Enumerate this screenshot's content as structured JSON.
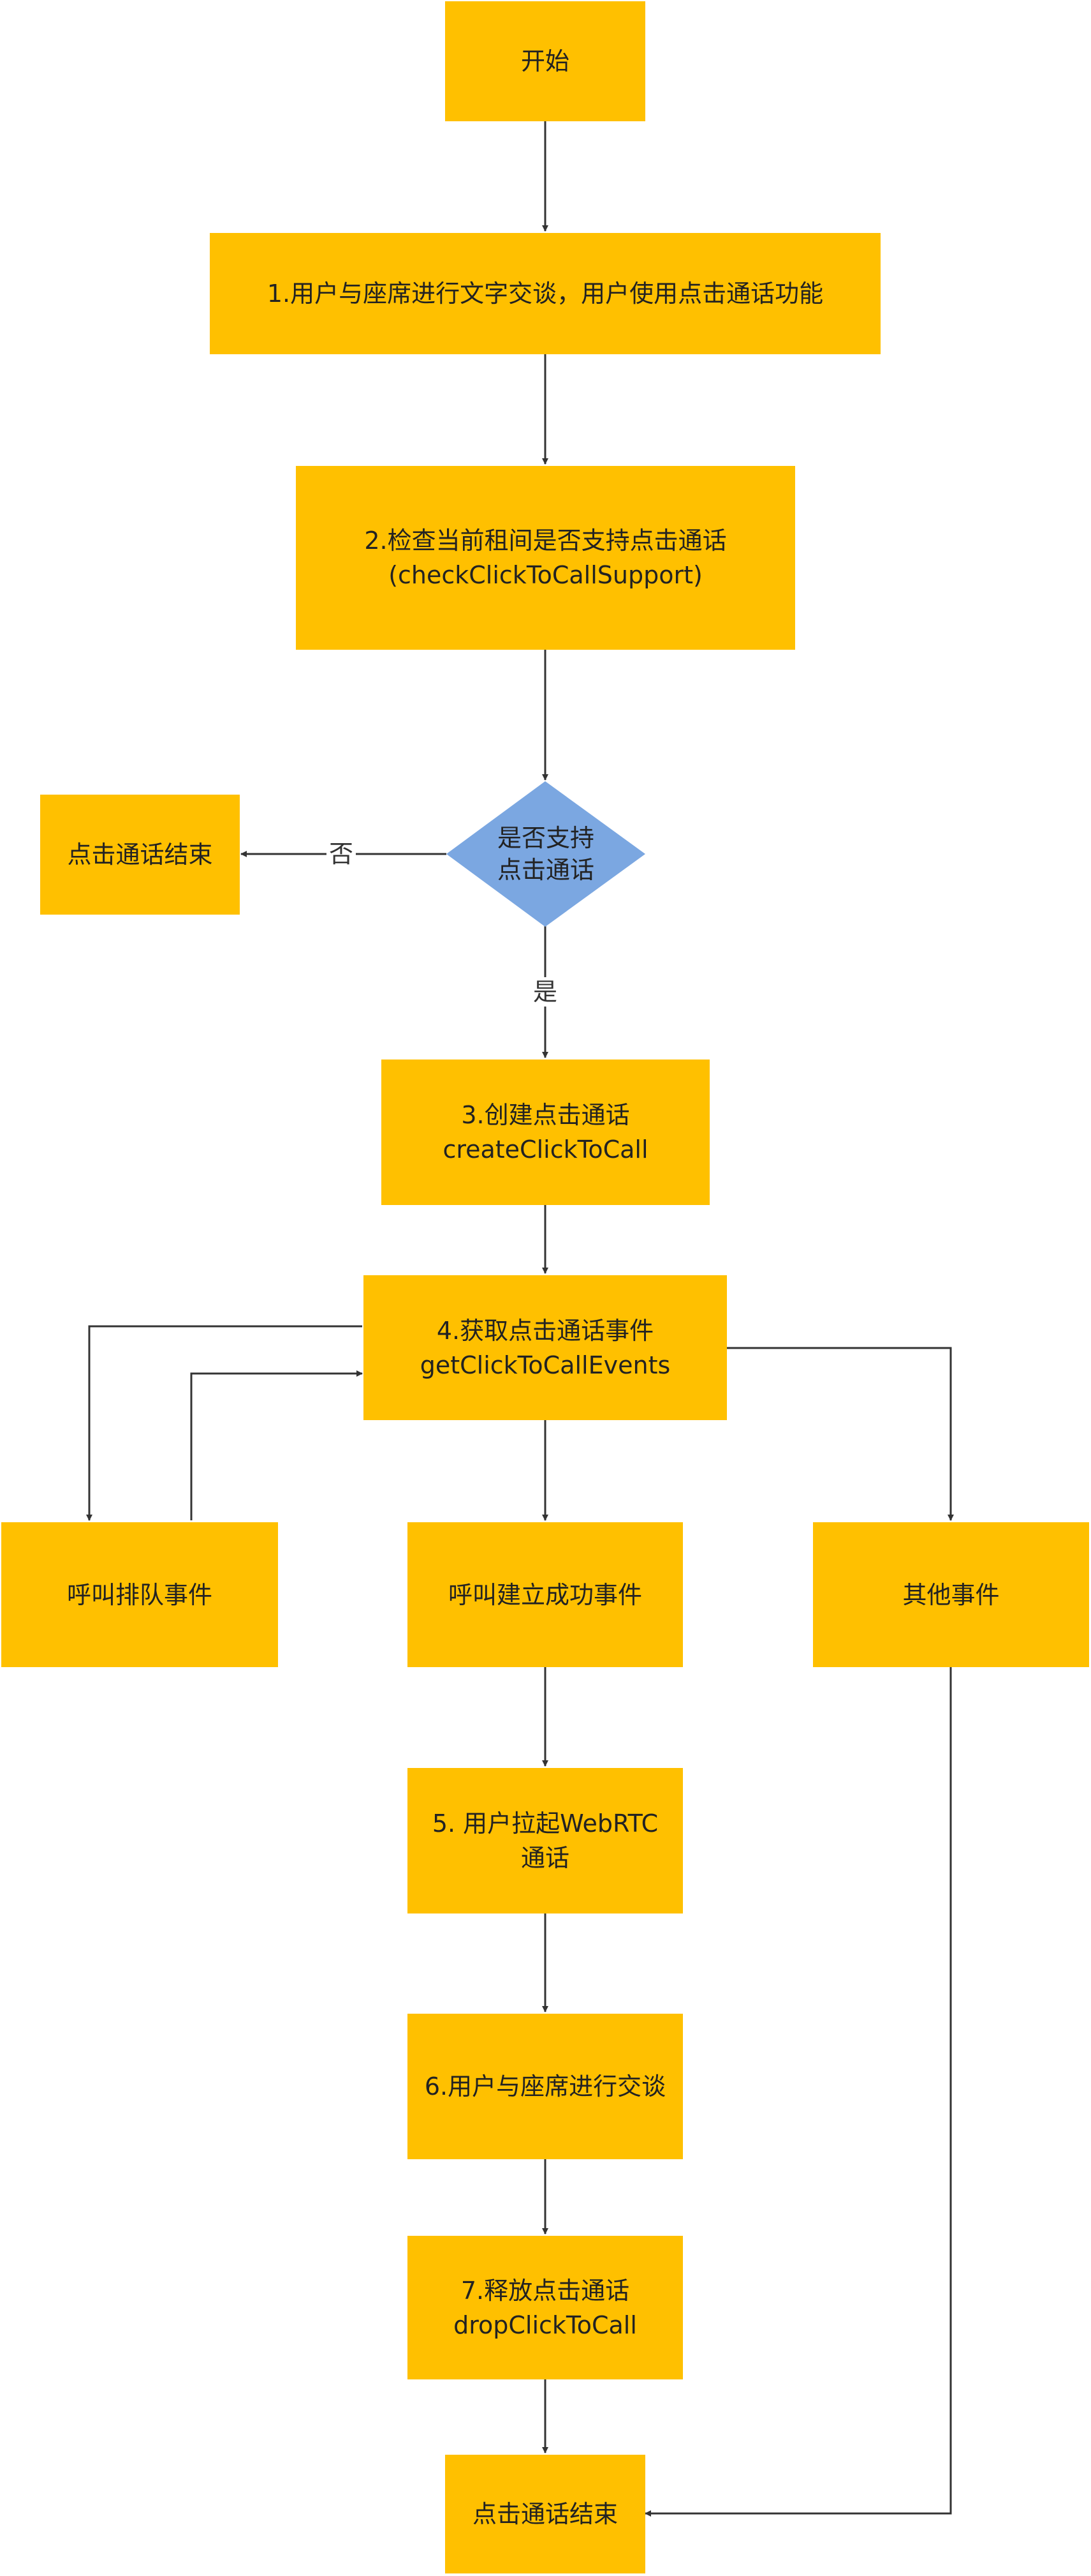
{
  "colors": {
    "process": "#FFC000",
    "decision": "#7BA7E1",
    "line": "#333333",
    "text": "#222222"
  },
  "nodes": {
    "start": {
      "text": "开始"
    },
    "step1": {
      "text": "1.用户与座席进行文字交谈，用户使用点击通话功能"
    },
    "step2": {
      "line1": "2.检查当前租间是否支持点击通话",
      "line2": "(checkClickToCallSupport)"
    },
    "decision": {
      "line1": "是否支持",
      "line2": "点击通话"
    },
    "end_left": {
      "text": "点击通话结束"
    },
    "step3": {
      "line1": "3.创建点击通话",
      "line2": "createClickToCall"
    },
    "step4": {
      "line1": "4.获取点击通话事件",
      "line2": "getClickToCallEvents"
    },
    "queue_event": {
      "text": "呼叫排队事件"
    },
    "connected_event": {
      "text": "呼叫建立成功事件"
    },
    "other_event": {
      "text": "其他事件"
    },
    "step5": {
      "line1": "5. 用户拉起WebRTC",
      "line2": "通话"
    },
    "step6": {
      "text": "6.用户与座席进行交谈"
    },
    "step7": {
      "line1": "7.释放点击通话",
      "line2": "dropClickToCall"
    },
    "end_bottom": {
      "text": "点击通话结束"
    }
  },
  "edges": {
    "no_label": "否",
    "yes_label": "是"
  }
}
